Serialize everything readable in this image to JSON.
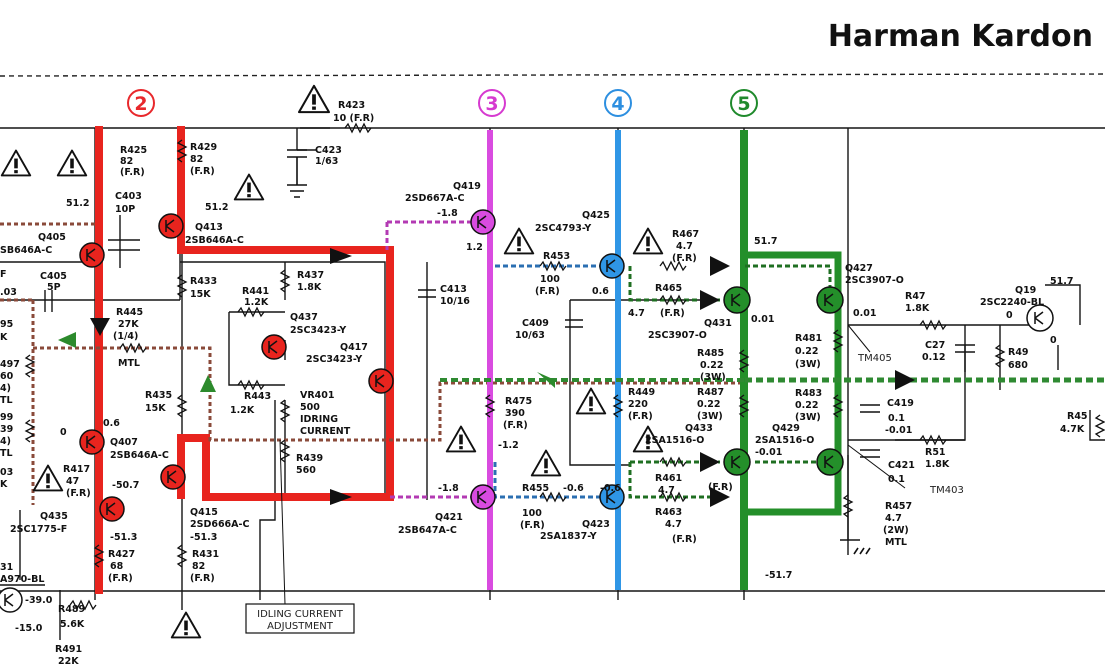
{
  "brand": "Harman Kardon",
  "stage_markers": [
    {
      "label": "2",
      "color": "#e8282c"
    },
    {
      "label": "3",
      "color": "#d63ad0"
    },
    {
      "label": "4",
      "color": "#2d8fe0"
    },
    {
      "label": "5",
      "color": "#1f8a2c"
    }
  ],
  "colors": {
    "red": "#e8241e",
    "magenta": "#d94be0",
    "blue": "#2f96e6",
    "green": "#248f2a",
    "wire": "#151515"
  },
  "idle_box": {
    "line1": "IDLING CURRENT",
    "line2": "ADJUSTMENT"
  },
  "tm405": "TM405",
  "tm403": "TM403",
  "labels": {
    "r423": "R423",
    "r423v": "10 (F.R)",
    "c423": "C423",
    "c423v": "1/63",
    "r425": "R425",
    "r425a": "82",
    "r425b": "(F.R)",
    "r429": "R429",
    "r429a": "82",
    "r429b": "(F.R)",
    "v512a": "51.2",
    "v512b": "51.2",
    "c403": "C403",
    "c403v": "10P",
    "q413": "Q413",
    "q413t": "2SB646A-C",
    "q405": "Q405",
    "q405t": "SB646A-C",
    "q419": "Q419",
    "q419t": "2SD667A-C",
    "vm18": "-1.8",
    "v12": "1.2",
    "q425": "Q425",
    "q425t": "2SC4793-Y",
    "r467": "R467",
    "r467v": "4.7",
    "r467r": "(F.R)",
    "v517": "51.7",
    "q427": "Q427",
    "q427t": "2SC3907-O",
    "c405": "C405",
    "c405v": "5P",
    "v03": ".03",
    "f": "F",
    "r433": "R433",
    "r433v": "15K",
    "r441": "R441",
    "r441v": "1.2K",
    "r437": "R437",
    "r437v": "1.8K",
    "c413": "C413",
    "c413v": "10/16",
    "r453": "R453",
    "r453v": "100",
    "r453r": "(F.R)",
    "v06": "0.6",
    "r465": "R465",
    "r465v": "4.7",
    "r465r": "(F.R)",
    "r47": "R47",
    "r47v": "1.8K",
    "q19": "Q19",
    "q19t": "2SC2240-BL",
    "v517b": "51.7",
    "v001": "0.01",
    "v0": "0",
    "v0b": "0",
    "r445": "R445",
    "r445v": "27K",
    "r445p": "(1/4)",
    "r445m": "MTL",
    "q437": "Q437",
    "q437t": "2SC3423-Y",
    "q417": "Q417",
    "q417t": "2SC3423-Y",
    "c409": "C409",
    "c409v": "10/63",
    "q431": "Q431",
    "q431t": "2SC3907-O",
    "v47": "4.7",
    "v001b": "0.01",
    "r481": "R481",
    "r481v": "0.22",
    "r481w": "(3W)",
    "c27": "C27",
    "c27v": "0.12",
    "r49": "R49",
    "r49v": "680",
    "l95": "95",
    "lK": "K",
    "l497": "497",
    "l60": "60",
    "l4a": "4)",
    "lTL": "TL",
    "r485": "R485",
    "r485v": "0.22",
    "r485w": "(3W)",
    "r483": "R483",
    "r483v": "0.22",
    "r483w": "(3W)",
    "r435": "R435",
    "r435v": "15K",
    "r443": "R443",
    "r443v": "1.2K",
    "vr401": "VR401",
    "vr401v": "500",
    "vr401a": "IDRING",
    "vr401b": "CURRENT",
    "r475": "R475",
    "r475v": "390",
    "r475r": "(F.R)",
    "r449": "R449",
    "r449v": "220",
    "r449r": "(F.R)",
    "r487": "R487",
    "r487v": "0.22",
    "r487w": "(3W)",
    "c419": "C419",
    "c419v": "0.1",
    "vm001": "-0.01",
    "r45": "R45",
    "r45v": "4.7K",
    "v06b": "0.6",
    "v0c": "0",
    "q407": "Q407",
    "q407t": "2SB646A-C",
    "l99": "99",
    "l39": "39",
    "l4b": "4)",
    "lTL2": "TL",
    "q433": "Q433",
    "q433t": "2SA1516-O",
    "q429": "Q429",
    "q429t": "2SA1516-O",
    "vm001b": "-0.01",
    "r51": "R51",
    "r51v": "1.8K",
    "vm12": "-1.2",
    "r417": "R417",
    "r417v": "47",
    "r417r": "(F.R)",
    "vm507": "-50.7",
    "l03": "03",
    "lK2": "K",
    "r439": "R439",
    "r439v": "560",
    "c421": "C421",
    "c421v": "0.1",
    "r461": "R461",
    "r461v": "4.7",
    "r461r": "(F.R)",
    "r455": "R455",
    "r455v": "-0.6",
    "vm18b": "-1.8",
    "vm06": "-0.6",
    "q415": "Q415",
    "q415t": "2SD666A-C",
    "q435": "Q435",
    "q435t": "2SC1775-F",
    "vm513": "-51.3",
    "vm513b": "-51.3",
    "q421": "Q421",
    "q421t": "2SB647A-C",
    "r455b": "100",
    "r455r": "(F.R)",
    "q423": "Q423",
    "q423t": "2SA1837-Y",
    "r463": "R463",
    "r463v": "4.7",
    "r463r": "(F.R)",
    "r457": "R457",
    "r457v": "4.7",
    "r457w": "(2W)",
    "r457m": "MTL",
    "r427": "R427",
    "r427v": "68",
    "r427r": "(F.R)",
    "r431": "R431",
    "r431v": "82",
    "r431r": "(F.R)",
    "vm517": "-51.7",
    "l31": "31",
    "l970": "A970-BL",
    "vm390": "-39.0",
    "r489": "R489",
    "r489v": "5.6K",
    "vm150": "-15.0",
    "r491": "R491",
    "r491v": "22K"
  }
}
